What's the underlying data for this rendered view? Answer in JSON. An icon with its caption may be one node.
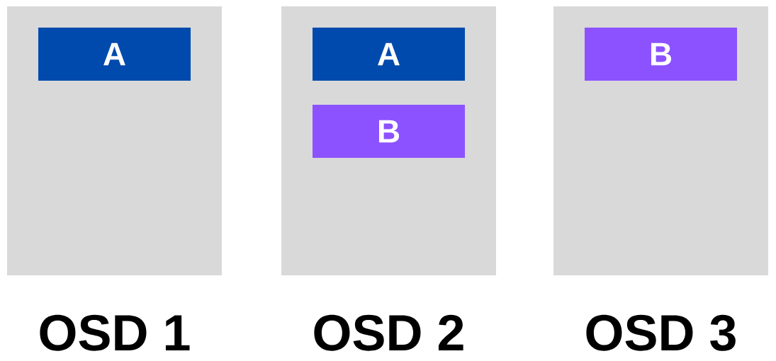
{
  "diagram": {
    "nodes": [
      {
        "text": [
          "OSD 1"
        ]
      },
      {
        "text": [
          "A"
        ],
        "in": 0
      },
      {
        "text": [
          "OSD 2"
        ]
      },
      {
        "text": [
          "A"
        ],
        "in": 2
      },
      {
        "text": [
          "B"
        ],
        "in": 2
      },
      {
        "text": [
          "OSD 3"
        ]
      },
      {
        "text": [
          "B"
        ],
        "in": 5
      }
    ]
  }
}
